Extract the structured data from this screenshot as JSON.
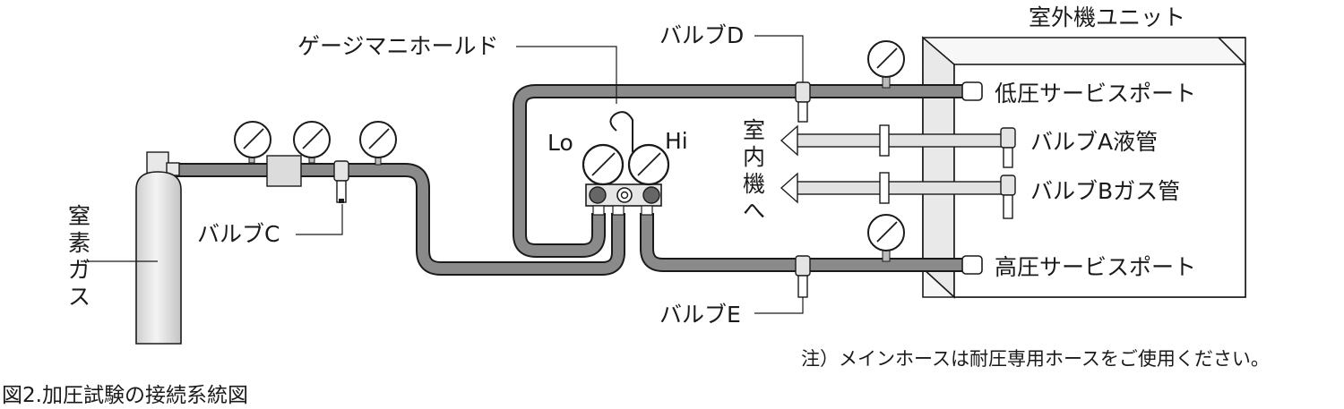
{
  "labels": {
    "outdoor_unit": "室外機ユニット",
    "gauge_manifold": "ゲージマニホールド",
    "valve_d": "バルブD",
    "valve_c": "バルブC",
    "valve_e": "バルブE",
    "lo": "Lo",
    "hi": "Hi",
    "low_port": "低圧サービスポート",
    "high_port": "高圧サービスポート",
    "valve_a": "バルブA液管",
    "valve_b": "バルブBガス管",
    "indoor_chars": [
      "室",
      "内",
      "機",
      "へ"
    ],
    "nitrogen_chars": [
      "窒",
      "素",
      "ガ",
      "ス"
    ],
    "note": "注）メインホースは耐圧専用ホースをご使用ください。",
    "caption": "図2.加圧試験の接続系統図"
  },
  "colors": {
    "hose": "#8a8a8a",
    "outline": "#1a1a1a",
    "pipe": "#e2e2e2",
    "cylinder": "#e4e4e4"
  }
}
